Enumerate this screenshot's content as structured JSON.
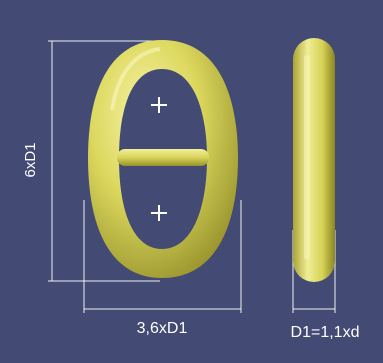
{
  "labels": {
    "height": "6xD1",
    "width": "3,6xD1",
    "thickness": "D1=1,1xd"
  },
  "colors": {
    "background": "#434a73",
    "link": "#d8d35a",
    "link_shadow": "#8f8b26",
    "link_highlight": "#f4f09e",
    "lines": "#f2f2f2",
    "text": "#ffffff"
  }
}
